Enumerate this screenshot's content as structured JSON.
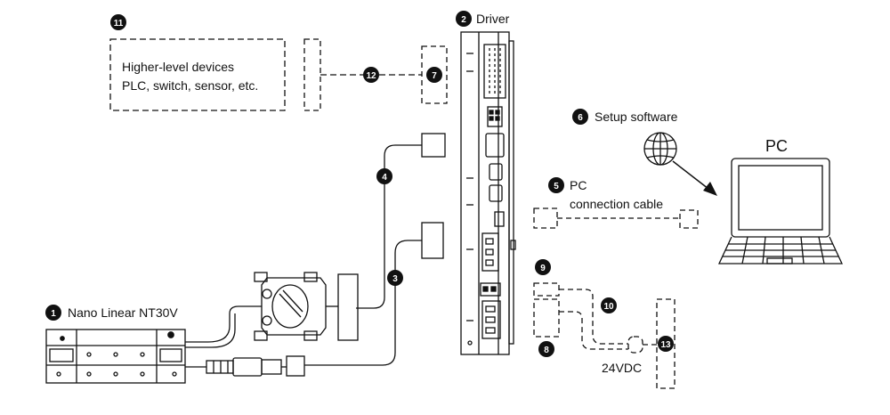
{
  "labels": {
    "nano_linear": "Nano Linear NT30V",
    "driver": "Driver",
    "higher_level_line1": "Higher-level devices",
    "higher_level_line2": "PLC, switch, sensor, etc.",
    "setup_software": "Setup software",
    "pc": "PC",
    "pc_cable_line1": "PC",
    "pc_cable_line2": "connection cable",
    "voltage": "24VDC"
  },
  "badges": {
    "b1": "1",
    "b2": "2",
    "b3": "3",
    "b4": "4",
    "b5": "5",
    "b6": "6",
    "b7": "7",
    "b8": "8",
    "b9": "9",
    "b10": "10",
    "b11": "11",
    "b12": "12",
    "b13": "13"
  },
  "colors": {
    "ink": "#111111",
    "background": "#ffffff"
  }
}
